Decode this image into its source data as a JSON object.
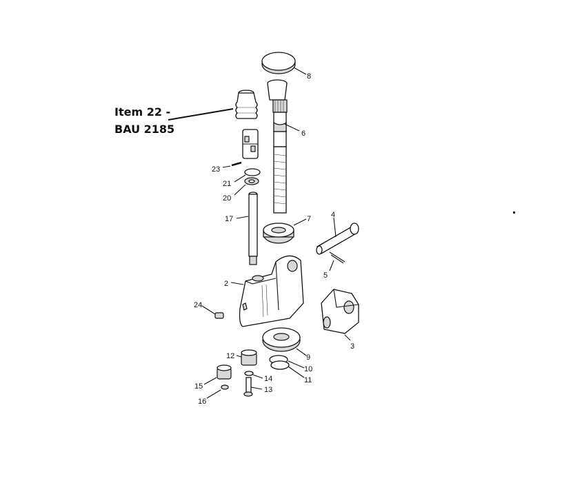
{
  "callout": {
    "line1": "Item 22 -",
    "line2": "BAU 2185"
  },
  "labels": {
    "l8": "8",
    "l6": "6",
    "l23": "23",
    "l21": "21",
    "l20": "20",
    "l17": "17",
    "l7": "7",
    "l4": "4",
    "l5": "5",
    "l2": "2",
    "l24": "24",
    "l3": "3",
    "l9": "9",
    "l10": "10",
    "l11": "11",
    "l12": "12",
    "l14": "14",
    "l15": "15",
    "l13": "13",
    "l16": "16"
  }
}
